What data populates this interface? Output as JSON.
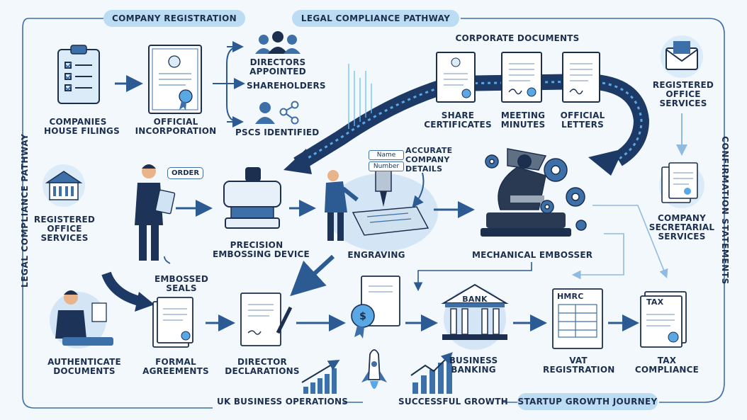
{
  "header": {
    "pill_left": "COMPANY REGISTRATION",
    "pill_center": "LEGAL COMPLIANCE PATHWAY"
  },
  "side": {
    "left_vertical": "LEGAL COMPLIANCE PATHWAY",
    "right_vertical": "CONFIRMATION STATEMENTS"
  },
  "nodes": {
    "companies_house": [
      "COMPANIES",
      "HOUSE FILINGS"
    ],
    "official_incorporation": [
      "OFFICIAL",
      "INCORPORATION"
    ],
    "directors_appointed": [
      "DIRECTORS",
      "APPOINTED"
    ],
    "shareholders": "SHAREHOLDERS",
    "pscs": "PSCS IDENTIFIED",
    "corporate_documents": "CORPORATE DOCUMENTS",
    "share_certificates": [
      "SHARE",
      "CERTIFICATES"
    ],
    "meeting_minutes": [
      "MEETING",
      "MINUTES"
    ],
    "official_letters": [
      "OFFICIAL",
      "LETTERS"
    ],
    "registered_office_right": [
      "REGISTERED",
      "OFFICE",
      "SERVICES"
    ],
    "registered_office_left": [
      "REGISTERED",
      "OFFICE",
      "SERVICES"
    ],
    "company_secretarial": [
      "COMPANY",
      "SECRETARIAL",
      "SERVICES"
    ],
    "order_bubble": "ORDER",
    "precision_embossing": [
      "PRECISION",
      "EMBOSSING DEVICE"
    ],
    "name_tag": "Name",
    "number_tag": "Number",
    "accurate_details": [
      "ACCURATE",
      "COMPANY",
      "DETAILS"
    ],
    "engraving": "ENGRAVING",
    "mechanical_embosser": "MECHANICAL EMBOSSER",
    "embossed_seals": [
      "EMBOSSED",
      "SEALS"
    ],
    "authenticate_documents": [
      "AUTHENTICATE",
      "DOCUMENTS"
    ],
    "formal_agreements": [
      "FORMAL",
      "AGREEMENTS"
    ],
    "director_declarations": [
      "DIRECTOR",
      "DECLARATIONS"
    ],
    "bank_sign": "BANK",
    "business_banking": [
      "BUSINESS",
      "BANKING"
    ],
    "hmrc_sign": "HMRC",
    "vat_registration": [
      "VAT",
      "REGISTRATION"
    ],
    "tax_sign": "TAX",
    "tax_compliance": [
      "TAX",
      "COMPLIANCE"
    ]
  },
  "footer": {
    "uk_operations": "UK BUSINESS OPERATIONS",
    "successful_growth": "SUCCESSFUL GROWTH",
    "startup_pill": "STARTUP GROWTH JOURNEY"
  },
  "colors": {
    "background": "#f3f8fd",
    "navy": "#1c2f4e",
    "accent_blue": "#3d6fa8",
    "light_blue": "#bcdcf3",
    "pale_blue": "#dcebf8"
  }
}
